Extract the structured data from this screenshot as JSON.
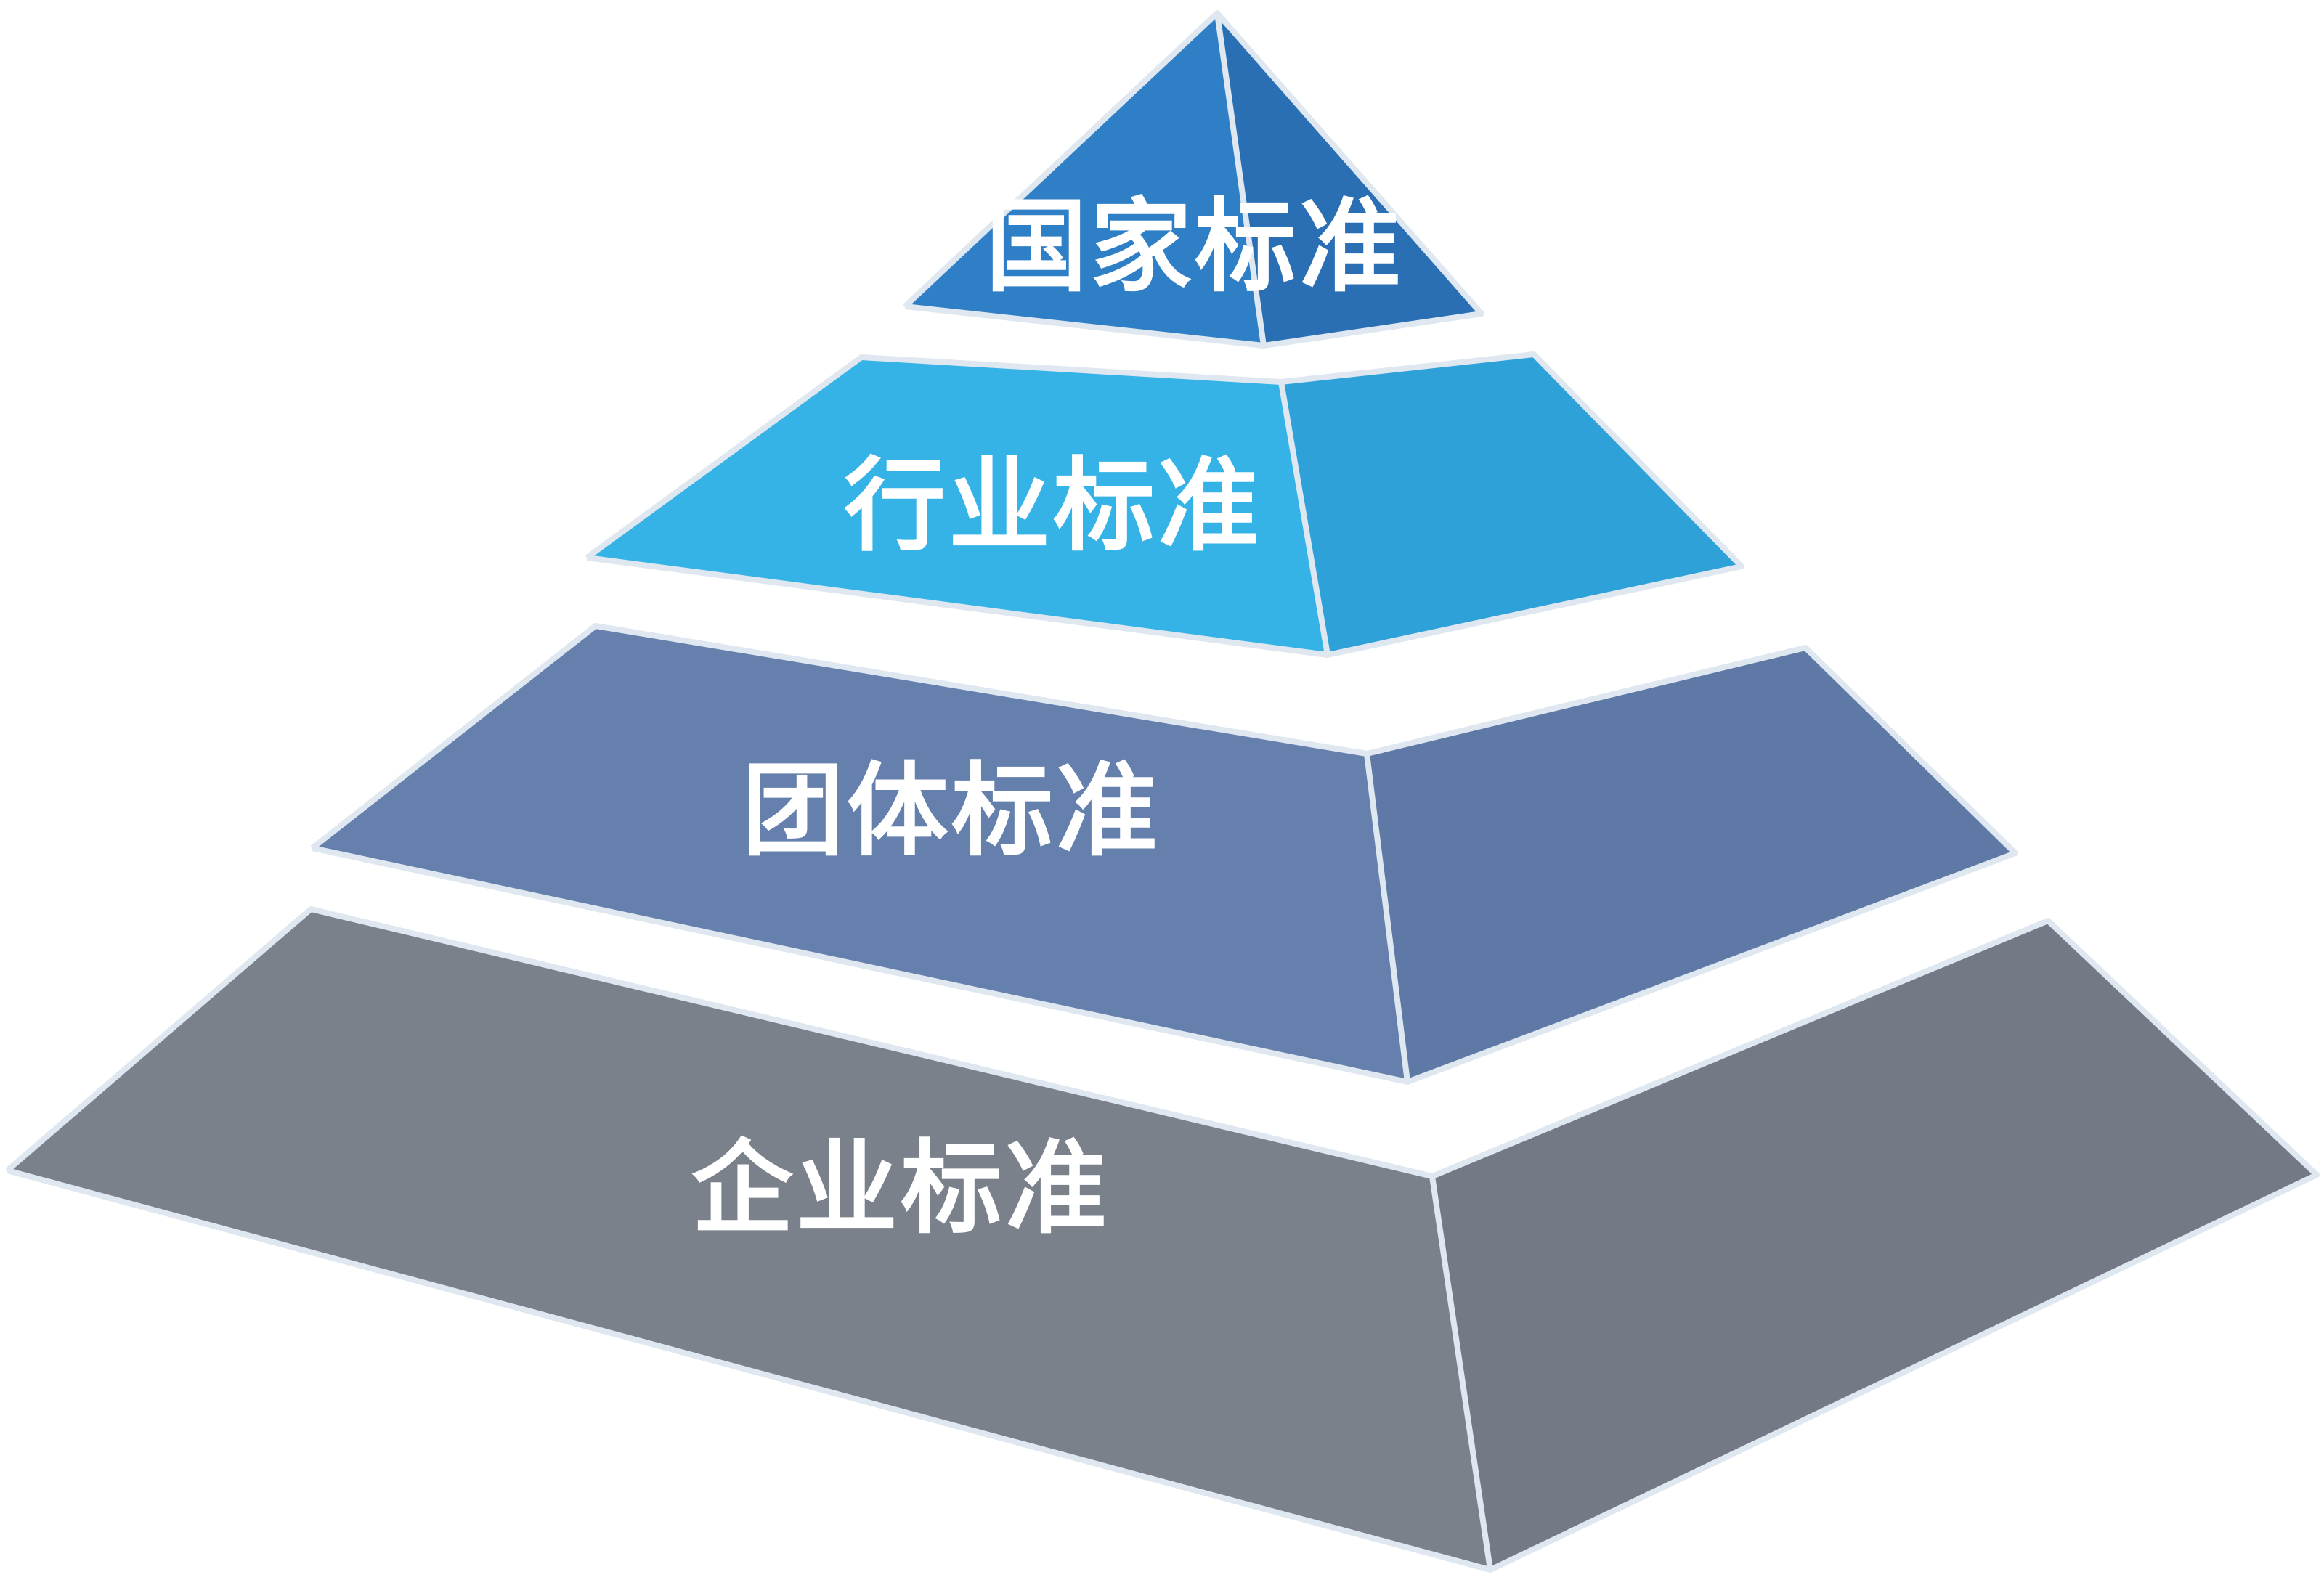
{
  "tiers": [
    {
      "label": "国家标准",
      "front_color": "#2f7fc6",
      "side_color": "#2a6fb4"
    },
    {
      "label": "行业标准",
      "front_color": "#35b3e6",
      "side_color": "#2ea1d9"
    },
    {
      "label": "团体标准",
      "front_color": "#6580ad",
      "side_color": "#5f79a6"
    },
    {
      "label": "企业标准",
      "front_color": "#7a818b",
      "side_color": "#737a85"
    }
  ]
}
